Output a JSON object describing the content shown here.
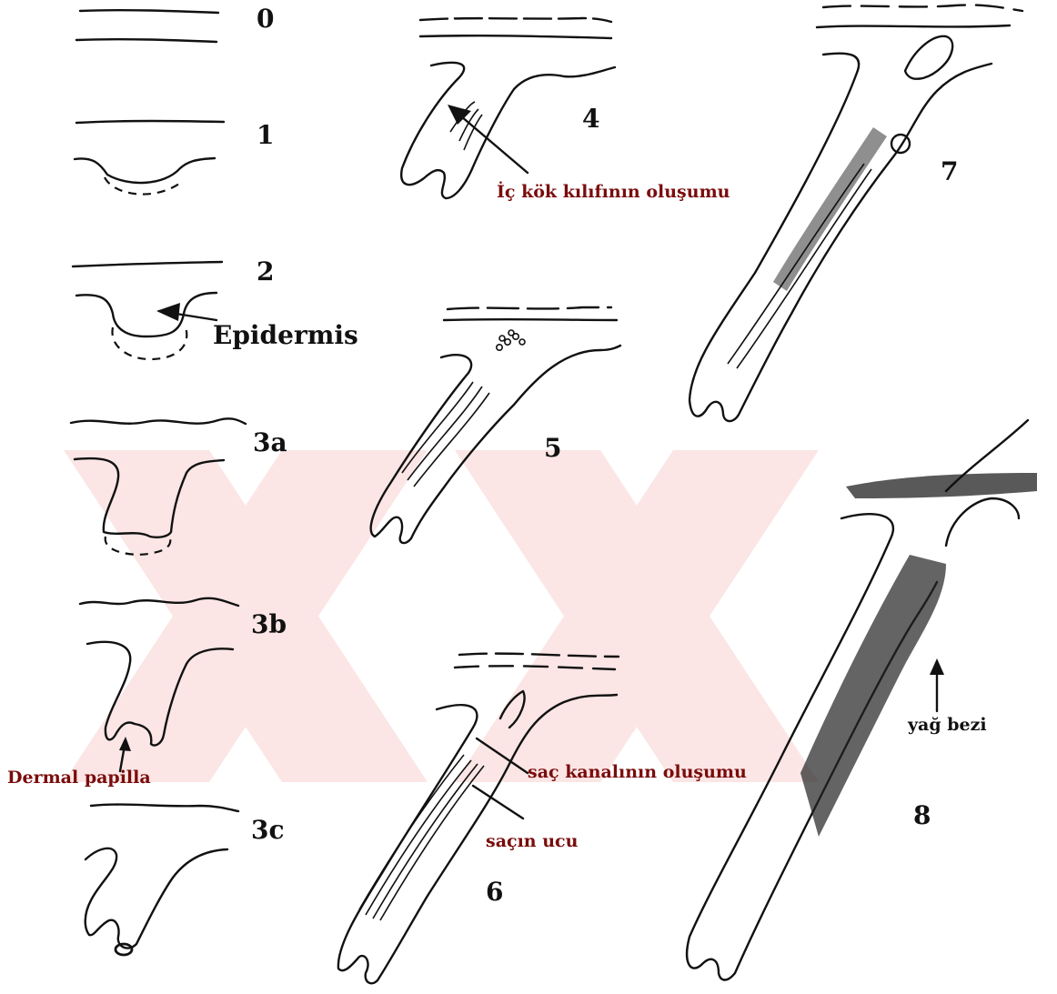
{
  "watermark": {
    "color": "#f7d6d6"
  },
  "stages": {
    "s0": "0",
    "s1": "1",
    "s2": "2",
    "s3a": "3a",
    "s3b": "3b",
    "s3c": "3c",
    "s4": "4",
    "s5": "5",
    "s6": "6",
    "s7": "7",
    "s8": "8"
  },
  "annotations": {
    "epidermis": "Epidermis",
    "dermal_papilla": "Dermal papilla",
    "inner_root_sheath": "İç kök kılıfının oluşumu",
    "hair_canal": "saç kanalının oluşumu",
    "hair_tip": "saçın ucu",
    "sebaceous_gland": "yağ bezi"
  }
}
